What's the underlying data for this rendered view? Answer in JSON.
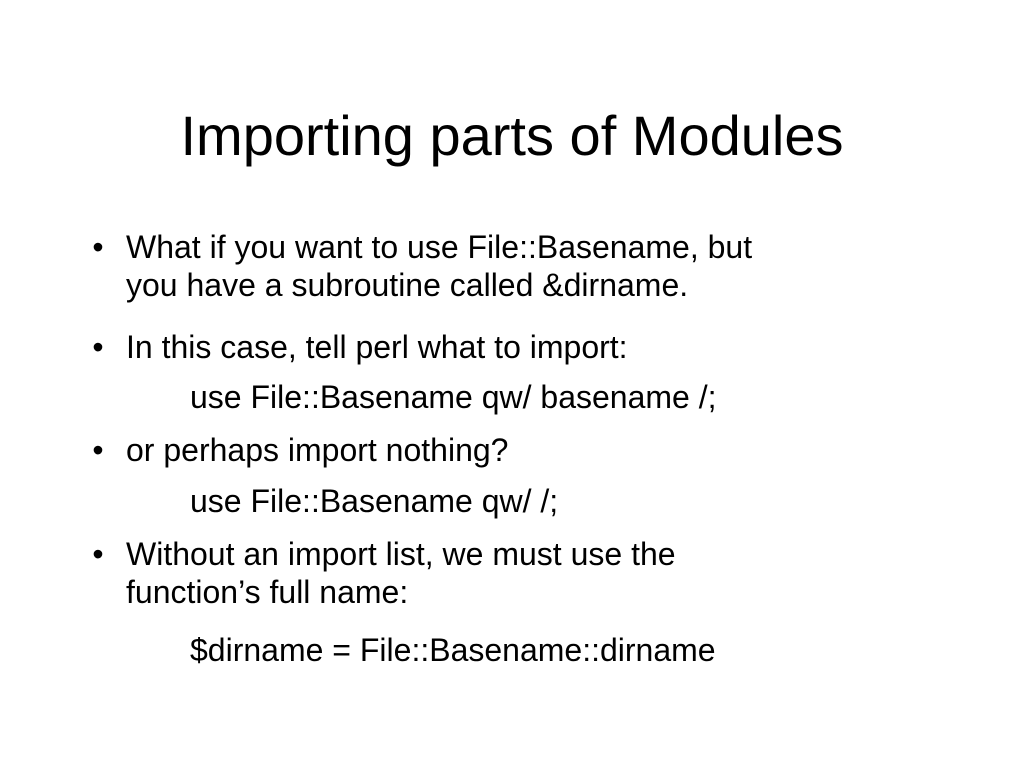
{
  "slide": {
    "title": "Importing parts of Modules",
    "bullet_symbol": "•",
    "items": [
      {
        "line1": "What if you want to use File::Basename, but",
        "line2": "you have a subroutine called &dirname."
      },
      {
        "line1": "In this case, tell perl what to import:"
      },
      {
        "code": "use File::Basename qw/ basename /;"
      },
      {
        "line1": "or perhaps import nothing?"
      },
      {
        "code": "use File::Basename qw/ /;"
      },
      {
        "line1": "Without an import list, we must use the",
        "line2": "function’s full name:"
      },
      {
        "code": "$dirname = File::Basename::dirname"
      }
    ]
  }
}
